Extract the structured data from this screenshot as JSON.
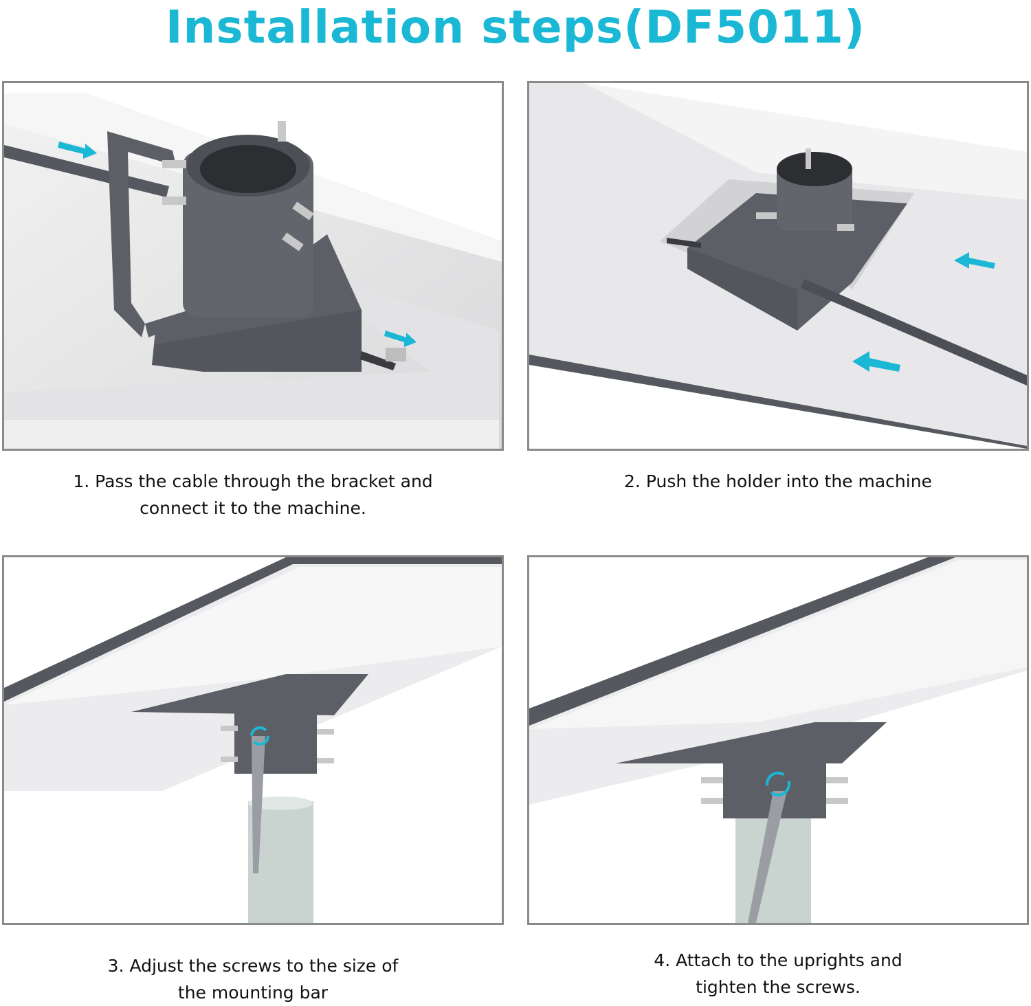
{
  "header": {
    "title": "Installation steps(DF5011)"
  },
  "colors": {
    "accent": "#1BB8D6",
    "panel_border": "#8A8A8A",
    "bracket_gray": "#5C5F66",
    "caption_text": "#111111"
  },
  "steps": [
    {
      "number": 1,
      "caption_line1": "1. Pass the cable through the bracket and",
      "caption_line2": "connect it to the machine.",
      "icons": [
        "arrow-right-icon",
        "arrow-right-icon"
      ]
    },
    {
      "number": 2,
      "caption_line1": "2. Push the holder into the machine",
      "caption_line2": "",
      "icons": [
        "arrow-left-icon",
        "arrow-left-icon"
      ]
    },
    {
      "number": 3,
      "caption_line1": "3. Adjust the screws to the size of",
      "caption_line2": "the mounting bar",
      "icons": [
        "rotate-icon"
      ]
    },
    {
      "number": 4,
      "caption_line1": "4. Attach to the uprights and",
      "caption_line2": "tighten the screws.",
      "icons": [
        "rotate-icon"
      ]
    }
  ]
}
